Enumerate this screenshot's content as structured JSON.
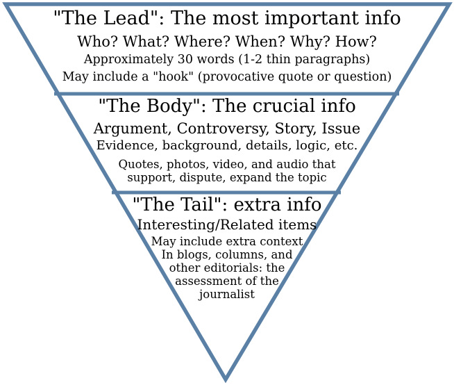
{
  "diagram_title": "Inverted pyramid news writing structure",
  "colors": {
    "stroke": "#5b80a6",
    "text": "#000000",
    "background": "#ffffff"
  },
  "sections": [
    {
      "id": "lead",
      "heading": "\"The Lead\": The most important info",
      "lines": [
        "Who? What? Where? When? Why? How?",
        "Approximately 30 words (1-2 thin paragraphs)",
        "May include a \"hook\" (provocative quote or question)"
      ]
    },
    {
      "id": "body",
      "heading": "\"The Body\": The crucial info",
      "lines": [
        "Argument, Controversy, Story, Issue",
        "Evidence, background, details, logic, etc.",
        "Quotes, photos, video, and audio that",
        "support, dispute, expand the topic"
      ]
    },
    {
      "id": "tail",
      "heading": "\"The Tail\": extra info",
      "lines": [
        "Interesting/Related items",
        "May include extra context",
        "In blogs, columns, and",
        "other editorials: the",
        "assessment of the",
        "journalist"
      ]
    }
  ]
}
